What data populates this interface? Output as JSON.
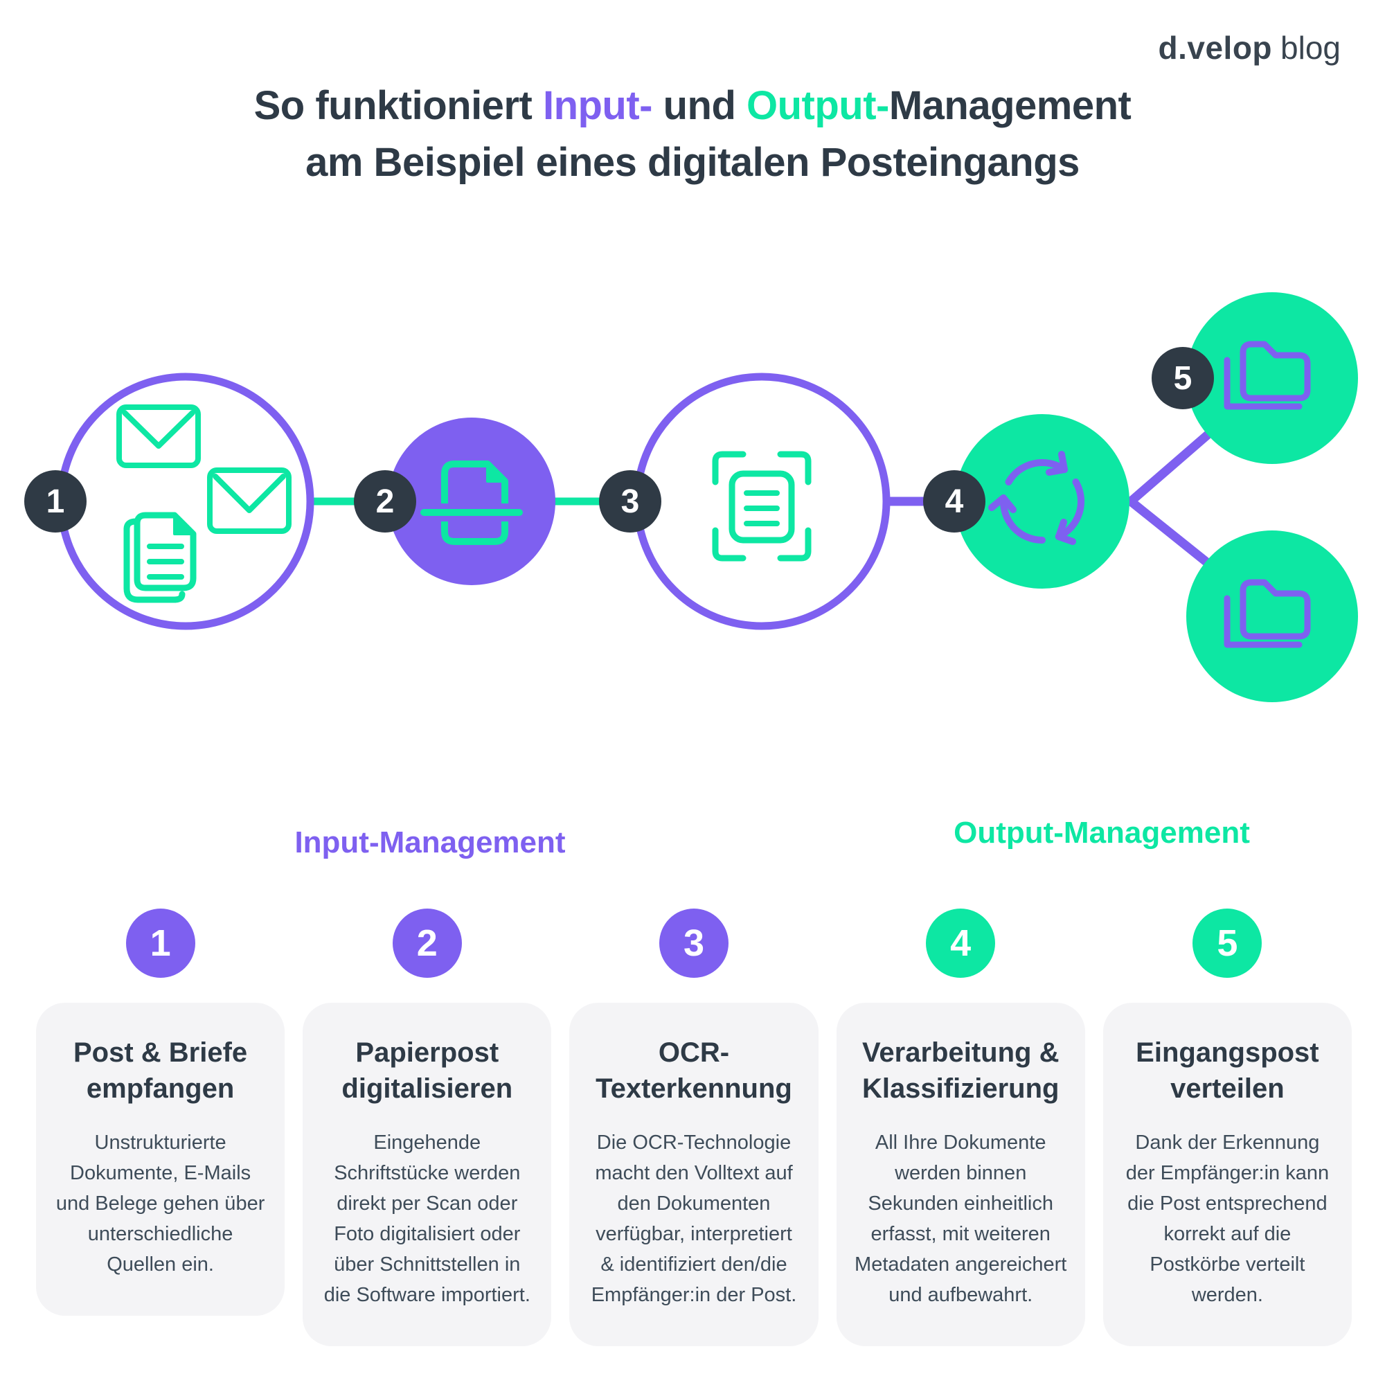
{
  "logo": {
    "brand": "d.velop",
    "suffix": "blog"
  },
  "title": {
    "prefix": "So funktioniert ",
    "input_word": "Input-",
    "middle": " und ",
    "output_word": "Output-",
    "suffix": "Management",
    "line2": "am Beispiel eines digitalen Posteingangs"
  },
  "colors": {
    "purple": "#7E60F0",
    "green": "#0DE7A3",
    "dark": "#2F3A45",
    "card_bg": "#F4F4F6"
  },
  "flow": {
    "badges": [
      "1",
      "2",
      "3",
      "4",
      "5"
    ],
    "icons": [
      "mail-and-documents-icon",
      "document-scan-icon",
      "ocr-frame-icon",
      "sync-arrows-icon",
      "folder-icon",
      "folder-icon"
    ]
  },
  "sections": {
    "input_label": "Input-Management",
    "output_label": "Output-Management"
  },
  "steps": [
    {
      "number": "1",
      "accent": "purple",
      "title": "Post & Briefe empfangen",
      "body": "Unstrukturierte Dokumente, E-Mails und Belege gehen über unterschiedliche Quellen ein."
    },
    {
      "number": "2",
      "accent": "purple",
      "title": "Papierpost digitalisieren",
      "body": "Eingehende Schriftstücke werden direkt per Scan oder Foto digitalisiert oder über Schnittstellen in die Software importiert."
    },
    {
      "number": "3",
      "accent": "purple",
      "title": "OCR-Texterkennung",
      "body": "Die OCR-Technologie macht den Volltext auf den Dokumenten verfügbar, interpretiert & identifiziert den/die Empfänger:in der Post."
    },
    {
      "number": "4",
      "accent": "green",
      "title": "Verarbeitung & Klassifizierung",
      "body": "All Ihre Dokumente werden binnen Sekunden einheitlich erfasst, mit weiteren Metadaten angereichert und aufbewahrt."
    },
    {
      "number": "5",
      "accent": "green",
      "title": "Eingangspost verteilen",
      "body": "Dank der Erkennung der Empfänger:in kann die Post entsprechend korrekt auf die Postkörbe verteilt werden."
    }
  ]
}
